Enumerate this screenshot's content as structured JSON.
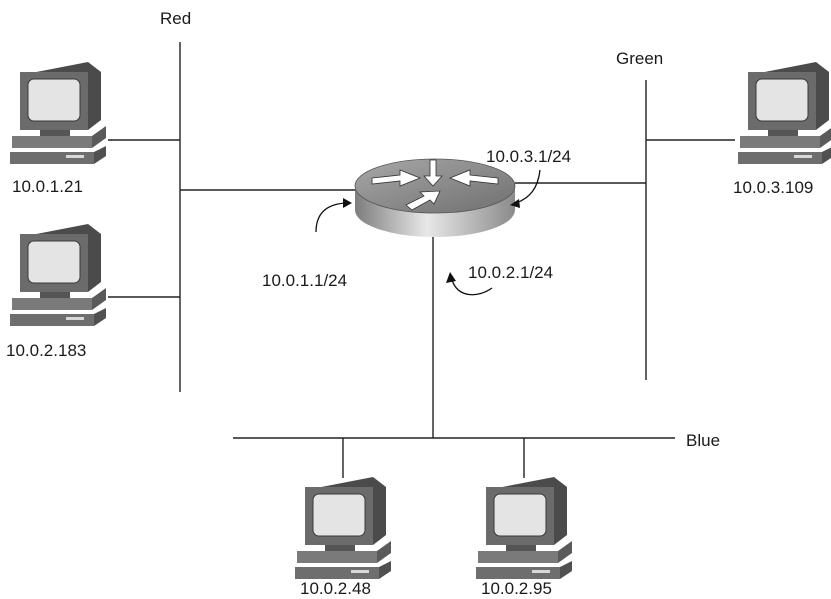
{
  "segments": {
    "red": "Red",
    "green": "Green",
    "blue": "Blue"
  },
  "router": {
    "icon": "router-icon",
    "interfaces": {
      "red": "10.0.1.1/24",
      "green": "10.0.3.1/24",
      "blue": "10.0.2.1/24"
    }
  },
  "hosts": {
    "red_top": "10.0.1.21",
    "red_bottom": "10.0.2.183",
    "green": "10.0.3.109",
    "blue_left": "10.0.2.48",
    "blue_right": "10.0.2.95"
  },
  "colors": {
    "monitor_bezel": "#5a5a5a",
    "monitor_screen": "#e2e2e2",
    "router_body": "#b9b9b9",
    "router_top": "#8c8c8c",
    "line": "#222222"
  }
}
